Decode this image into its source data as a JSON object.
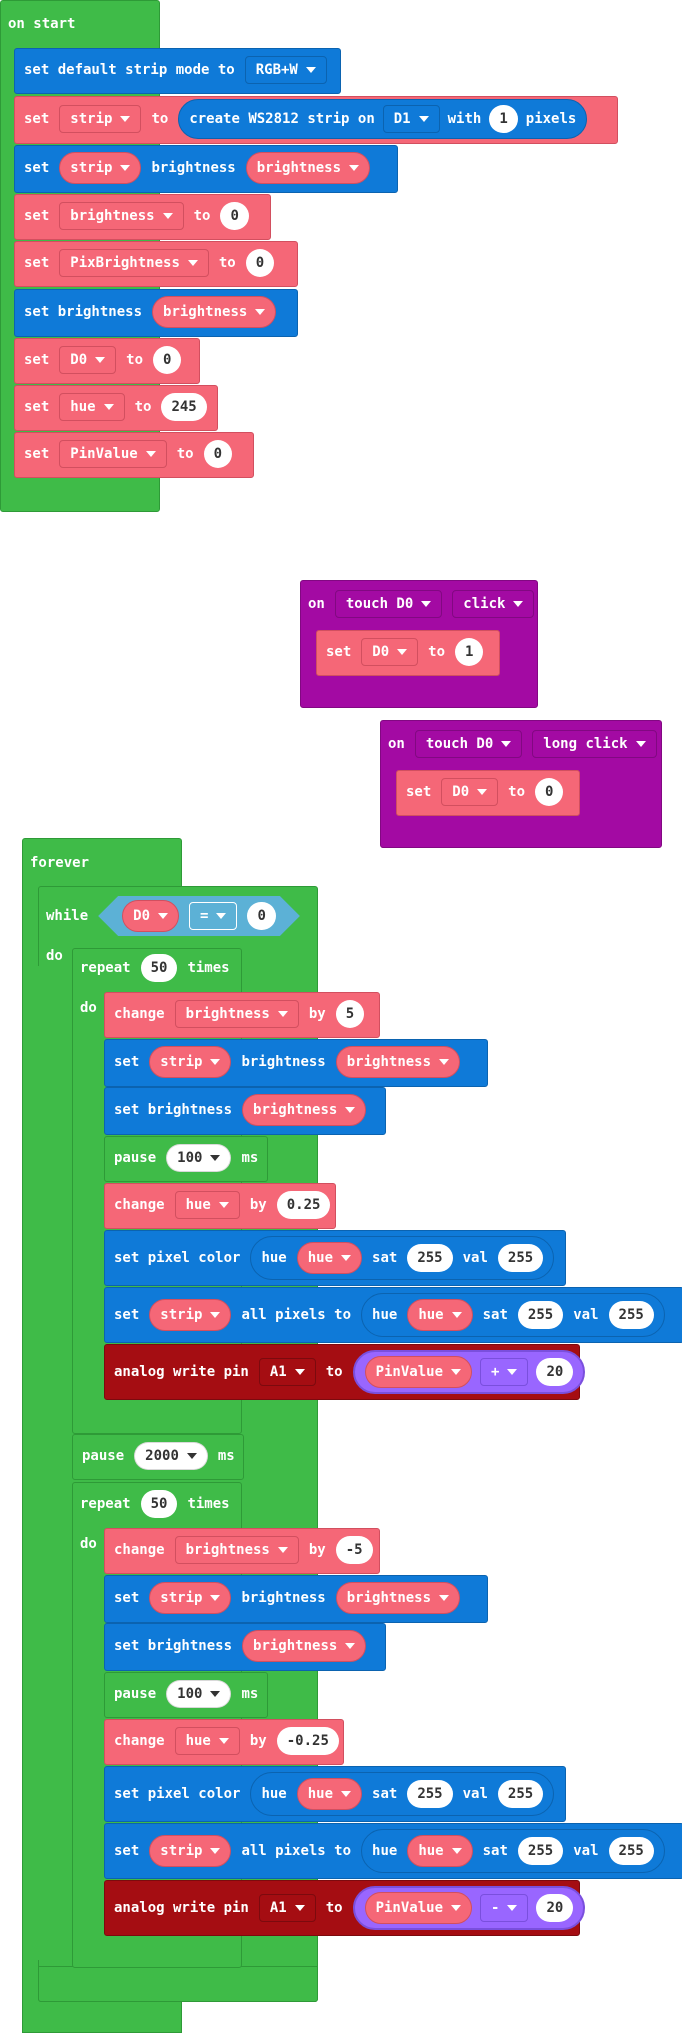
{
  "on_start": {
    "header": "on start",
    "strip_mode": {
      "label": "set default strip mode to",
      "value": "RGB+W"
    },
    "create_strip": {
      "set": "set",
      "var": "strip",
      "to": "to",
      "create": "create WS2812 strip on",
      "pin": "D1",
      "with": "with",
      "count": "1",
      "pixels": "pixels"
    },
    "strip_brightness": {
      "set": "set",
      "strip": "strip",
      "brightness": "brightness",
      "var": "brightness"
    },
    "set_brightness_var": {
      "set": "set",
      "var": "brightness",
      "to": "to",
      "value": "0"
    },
    "set_pixbrightness": {
      "set": "set",
      "var": "PixBrightness",
      "to": "to",
      "value": "0"
    },
    "set_brightness_global": {
      "label": "set brightness",
      "var": "brightness"
    },
    "set_d0": {
      "set": "set",
      "var": "D0",
      "to": "to",
      "value": "0"
    },
    "set_hue": {
      "set": "set",
      "var": "hue",
      "to": "to",
      "value": "245"
    },
    "set_pinvalue": {
      "set": "set",
      "var": "PinValue",
      "to": "to",
      "value": "0"
    }
  },
  "touch_click": {
    "on": "on",
    "event": "touch D0",
    "type": "click",
    "set": "set",
    "var": "D0",
    "to": "to",
    "value": "1"
  },
  "touch_long": {
    "on": "on",
    "event": "touch D0",
    "type": "long click",
    "set": "set",
    "var": "D0",
    "to": "to",
    "value": "0"
  },
  "forever": {
    "header": "forever",
    "while": "while",
    "do": "do",
    "cond": {
      "var": "D0",
      "op": "=",
      "value": "0"
    },
    "repeat1": {
      "label": "repeat",
      "count": "50",
      "times": "times",
      "do": "do"
    },
    "loop1": {
      "change_brightness": {
        "change": "change",
        "var": "brightness",
        "by": "by",
        "value": "5"
      },
      "strip_brightness": {
        "set": "set",
        "strip": "strip",
        "brightness": "brightness",
        "var": "brightness"
      },
      "set_brightness": {
        "label": "set brightness",
        "var": "brightness"
      },
      "pause": {
        "label": "pause",
        "value": "100",
        "ms": "ms"
      },
      "change_hue": {
        "change": "change",
        "var": "hue",
        "by": "by",
        "value": "0.25"
      },
      "pixel_color": {
        "label": "set pixel color",
        "hue": "hue",
        "huevar": "hue",
        "sat": "sat",
        "satv": "255",
        "val": "val",
        "valv": "255"
      },
      "all_pixels": {
        "set": "set",
        "strip": "strip",
        "label": "all pixels to",
        "hue": "hue",
        "huevar": "hue",
        "sat": "sat",
        "satv": "255",
        "val": "val",
        "valv": "255"
      },
      "analog": {
        "label": "analog write pin",
        "pin": "A1",
        "to": "to",
        "var": "PinValue",
        "op": "+",
        "value": "20"
      }
    },
    "pause_mid": {
      "label": "pause",
      "value": "2000",
      "ms": "ms"
    },
    "repeat2": {
      "label": "repeat",
      "count": "50",
      "times": "times",
      "do": "do"
    },
    "loop2": {
      "change_brightness": {
        "change": "change",
        "var": "brightness",
        "by": "by",
        "value": "-5"
      },
      "strip_brightness": {
        "set": "set",
        "strip": "strip",
        "brightness": "brightness",
        "var": "brightness"
      },
      "set_brightness": {
        "label": "set brightness",
        "var": "brightness"
      },
      "pause": {
        "label": "pause",
        "value": "100",
        "ms": "ms"
      },
      "change_hue": {
        "change": "change",
        "var": "hue",
        "by": "by",
        "value": "-0.25"
      },
      "pixel_color": {
        "label": "set pixel color",
        "hue": "hue",
        "huevar": "hue",
        "sat": "sat",
        "satv": "255",
        "val": "val",
        "valv": "255"
      },
      "all_pixels": {
        "set": "set",
        "strip": "strip",
        "label": "all pixels to",
        "hue": "hue",
        "huevar": "hue",
        "sat": "sat",
        "satv": "255",
        "val": "val",
        "valv": "255"
      },
      "analog": {
        "label": "analog write pin",
        "pin": "A1",
        "to": "to",
        "var": "PinValue",
        "op": "-",
        "value": "20"
      }
    }
  },
  "colors": {
    "loops": "#3fbb48",
    "variables": "#f56777",
    "neopixel": "#0f7ad8",
    "input": "#a30aa3",
    "pins": "#a50d12",
    "logic": "#5cb1d6",
    "math": "#9966ff"
  }
}
